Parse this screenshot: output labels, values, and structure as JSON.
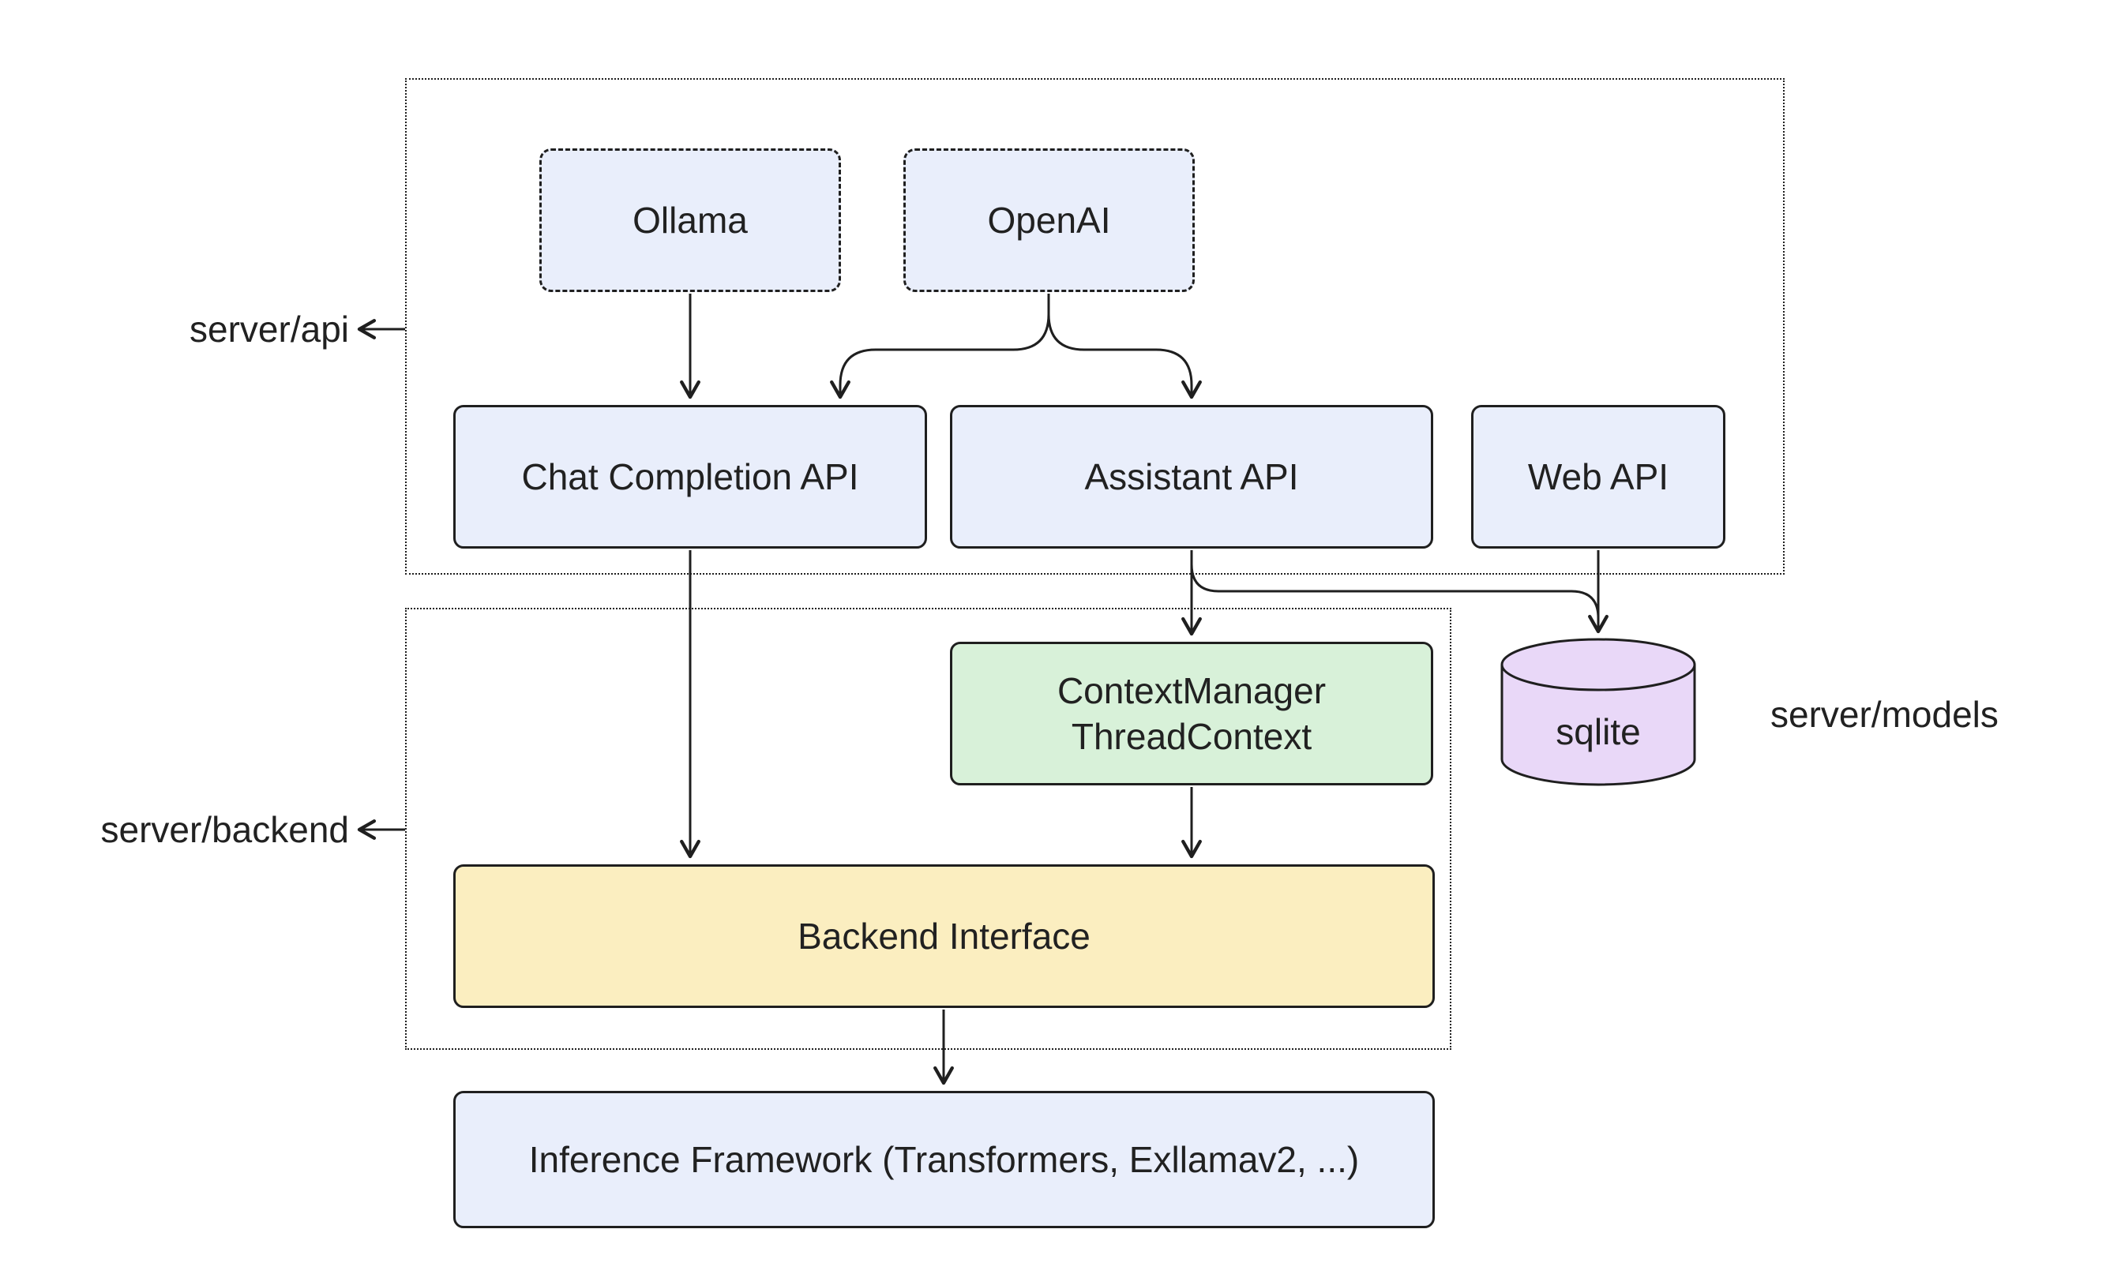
{
  "diagram": {
    "background": "#ffffff",
    "stroke": "#1f1f1f",
    "text_color": "#212121",
    "side_labels": {
      "api": "server/api",
      "backend": "server/backend",
      "models": "server/models"
    },
    "nodes": {
      "ollama": {
        "label": "Ollama",
        "fill": "#e9eefb"
      },
      "openai": {
        "label": "OpenAI",
        "fill": "#e9eefb"
      },
      "chat_completion_api": {
        "label": "Chat Completion API",
        "fill": "#e9eefb"
      },
      "assistant_api": {
        "label": "Assistant API",
        "fill": "#e9eefb"
      },
      "web_api": {
        "label": "Web API",
        "fill": "#e9eefb"
      },
      "context_manager": {
        "line1": "ContextManager",
        "line2": "ThreadContext",
        "fill": "#d8f1d9"
      },
      "sqlite": {
        "label": "sqlite",
        "fill": "#e9d8f8"
      },
      "backend_interface": {
        "label": "Backend Interface",
        "fill": "#fbeec0"
      },
      "inference_framework": {
        "label": "Inference Framework (Transformers, Exllamav2, ...)",
        "fill": "#e9eefb"
      }
    }
  }
}
